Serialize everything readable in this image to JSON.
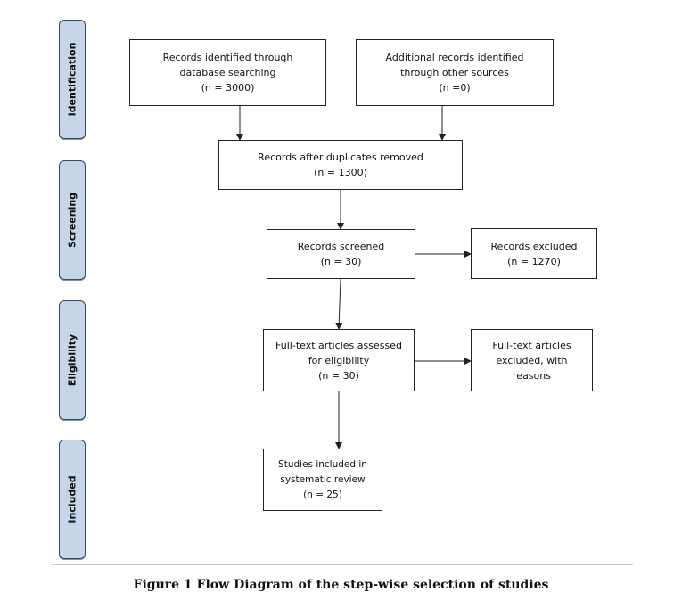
{
  "stages": [
    {
      "id": "identification",
      "label": "Identification"
    },
    {
      "id": "screening",
      "label": "Screening"
    },
    {
      "id": "eligibility",
      "label": "Eligibility"
    },
    {
      "id": "included",
      "label": "Included"
    }
  ],
  "boxes": {
    "database_records": [
      "Records identified through",
      "database searching",
      "(n = 3000)"
    ],
    "other_records": [
      "Additional records identified",
      "through other sources",
      "(n =0)"
    ],
    "duplicates_removed": [
      "Records after duplicates removed",
      "(n = 1300)"
    ],
    "records_screened": [
      "Records screened",
      "(n = 30)"
    ],
    "records_excluded": [
      "Records excluded",
      "(n = 1270)"
    ],
    "fulltext_assessed": [
      "Full-text articles assessed",
      "for eligibility",
      "(n = 30)"
    ],
    "fulltext_excluded": [
      "Full-text articles",
      "excluded, with",
      "reasons"
    ],
    "studies_included": [
      "Studies included in",
      "systematic review",
      "(n = 25)"
    ]
  },
  "caption": "Figure 1 Flow Diagram of the step-wise selection of studies",
  "colors": {
    "stage_fill": "#c6d6e8",
    "stage_border": "#2f4f5f",
    "box_border": "#222222",
    "arrow": "#222222"
  }
}
